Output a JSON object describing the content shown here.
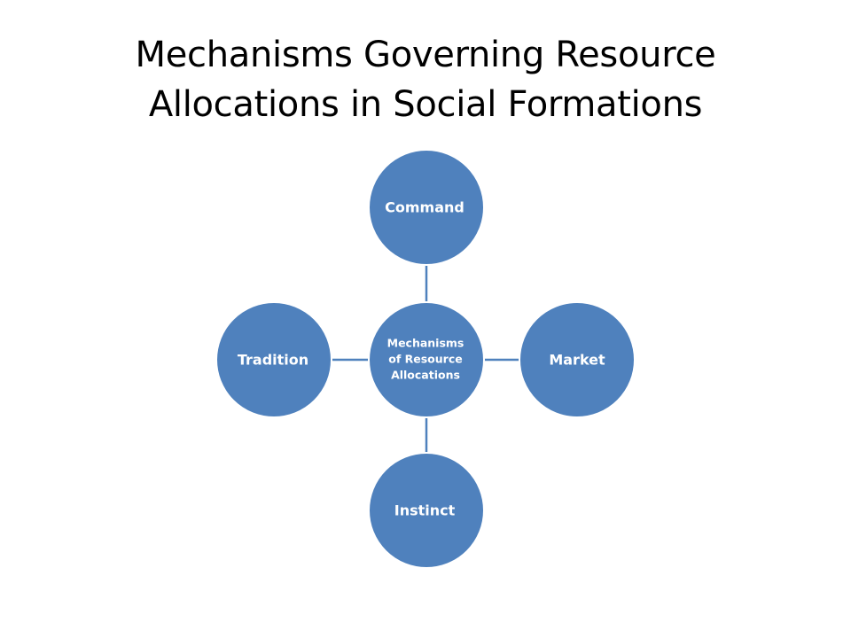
{
  "slide": {
    "title_line1": "Mechanisms Governing Resource",
    "title_line2": "Allocations in Social Formations"
  },
  "diagram": {
    "center": {
      "label_lines": [
        "Mechanisms",
        "of Resource",
        "Allocations"
      ]
    },
    "nodes": {
      "top": "Command",
      "right": "Market",
      "bottom": "Instinct",
      "left": "Tradition"
    },
    "colors": {
      "node_fill": "#4f81bd",
      "connector": "#4f81bd",
      "label": "#ffffff"
    }
  }
}
